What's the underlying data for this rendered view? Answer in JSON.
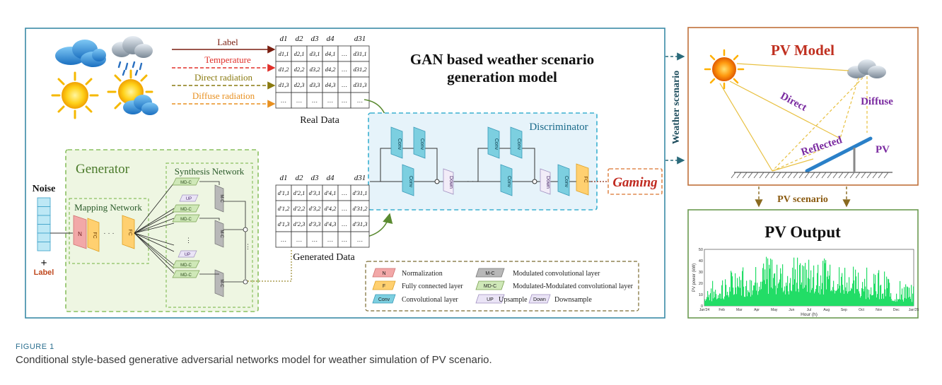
{
  "figure": {
    "label": "FIGURE 1",
    "caption": "Conditional style-based generative adversarial networks model for weather simulation of PV scenario."
  },
  "gan_title": {
    "line1": "GAN based weather scenario",
    "line2": "generation model"
  },
  "inputs": {
    "label": "Label",
    "temperature": "Temperature",
    "direct": "Direct radiation",
    "diffuse": "Diffuse radiation"
  },
  "real_data": {
    "title": "Real Data",
    "headers": [
      "d1",
      "d2",
      "d3",
      "d4",
      "d31"
    ],
    "rows": [
      [
        "d1,1",
        "d2,1",
        "d3,1",
        "d4,1",
        "…",
        "d31,1"
      ],
      [
        "d1,2",
        "d2,2",
        "d3,2",
        "d4,2",
        "…",
        "d31,2"
      ],
      [
        "d1,3",
        "d2,3",
        "d3,3",
        "d4,3",
        "…",
        "d31,3"
      ],
      [
        "…",
        "…",
        "…",
        "…",
        "…",
        "…"
      ]
    ]
  },
  "generated_data": {
    "title": "Generated  Data",
    "headers": [
      "d1",
      "d2",
      "d3",
      "d4",
      "d31"
    ],
    "rows": [
      [
        "d'1,1",
        "d'2,1",
        "d'3,1",
        "d'4,1",
        "…",
        "d'31,1"
      ],
      [
        "d'1,2",
        "d'2,2",
        "d'3,2",
        "d'4,2",
        "…",
        "d'31,2"
      ],
      [
        "d'1,3",
        "d'2,3",
        "d'3,3",
        "d'4,3",
        "…",
        "d'31,3"
      ],
      [
        "…",
        "…",
        "…",
        "…",
        "…",
        "…"
      ]
    ]
  },
  "discriminator": {
    "title": "Discriminator",
    "conv": "Conv",
    "down": "Down",
    "fc": "FC"
  },
  "gaming": "Gaming",
  "generator": {
    "title": "Generator",
    "mapping": "Mapping Network",
    "synthesis": "Synthesis Network",
    "noise": "Noise",
    "plus": "+",
    "label": "Label",
    "n": "N",
    "fc": "FC",
    "mdc": "MD-C",
    "mc": "M-C",
    "up": "UP",
    "dots": "· · ·"
  },
  "legend": [
    {
      "sym": "N",
      "text": "Normalization"
    },
    {
      "sym": "F",
      "text": "Fully connected layer"
    },
    {
      "sym": "Conv",
      "text": "Convolutional layer"
    },
    {
      "sym": "M-C",
      "text": "Modulated convolutional layer"
    },
    {
      "sym": "MD-C",
      "text": "Modulated-Modulated convolutional layer"
    },
    {
      "sym": "UP",
      "text": "Upsample"
    },
    {
      "sym": "Down",
      "text": "Downsample"
    }
  ],
  "weather_scenario": "Weather scenario",
  "pv_model": {
    "title": "PV Model",
    "direct": "Direct",
    "diffuse": "Diffuse",
    "reflected": "Reflected",
    "pv": "PV"
  },
  "pv_scenario": "PV scenario",
  "pv_output": {
    "title": "PV Output",
    "ylabel": "PV power (kW)",
    "xlabel": "Hour (h)",
    "yticks": [
      "50",
      "40",
      "30",
      "20",
      "10",
      "0"
    ],
    "xticks": [
      "Jan'24",
      "Feb",
      "Mar",
      "Apr",
      "May",
      "Jun",
      "Jul",
      "Aug",
      "Sep",
      "Oct",
      "Nov",
      "Dec",
      "Jan'25"
    ]
  },
  "colors": {
    "main_border": "#3a8aa6",
    "pv_border": "#c0703a",
    "output_border": "#6a9a50",
    "generator_fill": "#eef6e2",
    "discriminator_fill": "#e6f3fa",
    "title_text": "#111111",
    "pv_green": "#22dd66",
    "label_red": "#c02a20",
    "purple": "#7a2aa0"
  },
  "chart_data": {
    "type": "area",
    "xlabel": "Hour (h)",
    "ylabel": "PV power (kW)",
    "ylim": [
      0,
      50
    ],
    "x_categories": [
      "Jan'24",
      "Feb",
      "Mar",
      "Apr",
      "May",
      "Jun",
      "Jul",
      "Aug",
      "Sep",
      "Oct",
      "Nov",
      "Dec",
      "Jan'25"
    ],
    "monthly_peak": [
      18,
      28,
      35,
      42,
      48,
      44,
      42,
      42,
      40,
      38,
      34,
      24,
      18
    ],
    "monthly_typical": [
      8,
      12,
      18,
      22,
      25,
      24,
      26,
      25,
      20,
      16,
      12,
      8,
      8
    ]
  }
}
